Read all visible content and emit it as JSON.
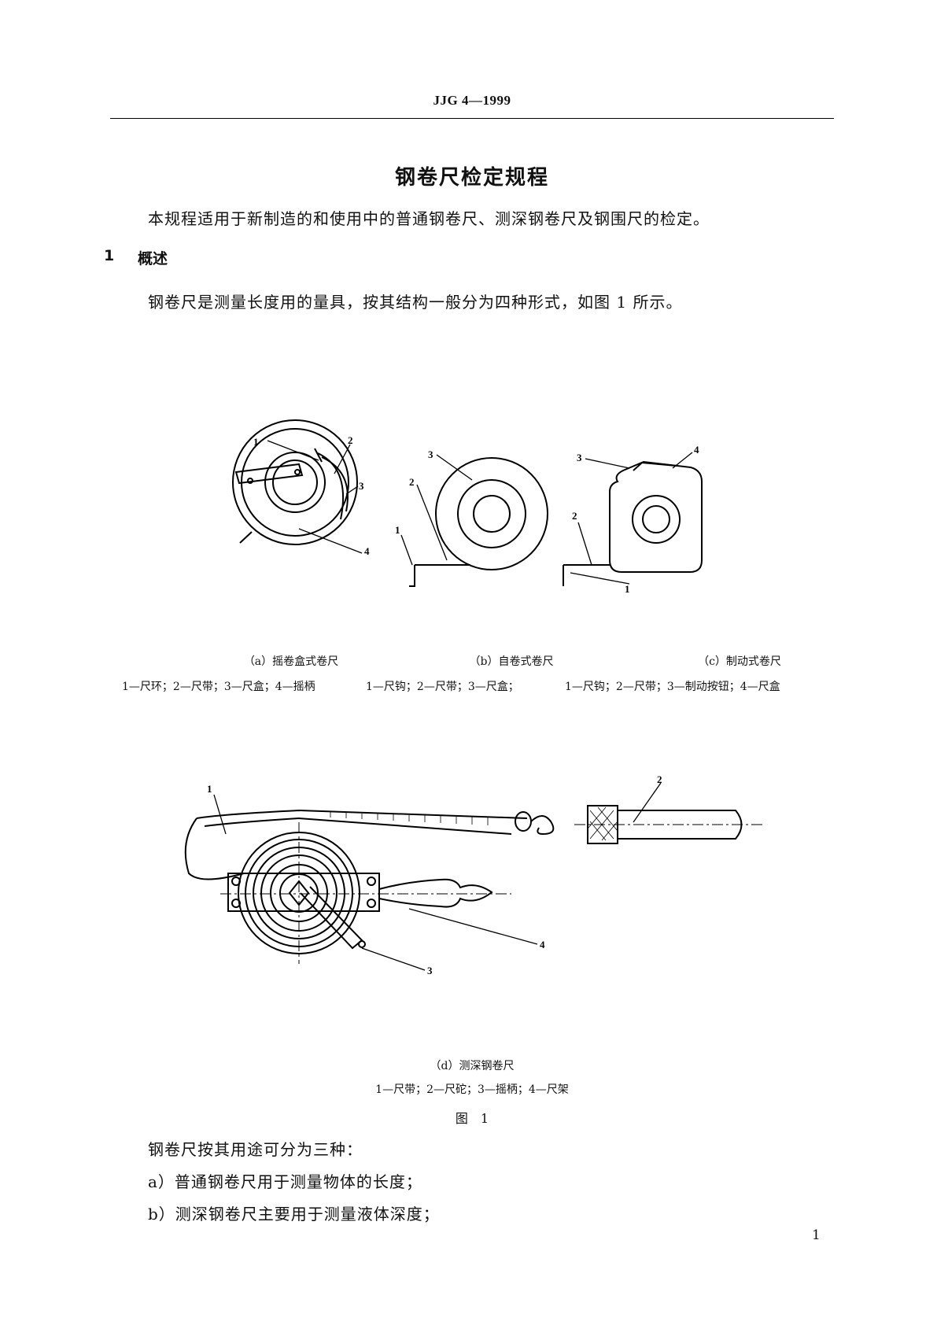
{
  "header": "JJG 4—1999",
  "title": "钢卷尺检定规程",
  "intro": "本规程适用于新制造的和使用中的普通钢卷尺、测深钢卷尺及钢围尺的检定。",
  "section1": {
    "number": "1",
    "heading": "概述"
  },
  "para1": "钢卷尺是测量长度用的量具，按其结构一般分为四种形式，如图 1 所示。",
  "figure": {
    "a": {
      "caption": "（a）摇卷盒式卷尺",
      "legend": "1—尺环；2—尺带；3—尺盒；4—摇柄",
      "labels": [
        "1",
        "2",
        "3",
        "4"
      ]
    },
    "b": {
      "caption": "（b）自卷式卷尺",
      "legend": "1—尺钩；2—尺带；3—尺盒；",
      "labels": [
        "1",
        "2",
        "3"
      ]
    },
    "c": {
      "caption": "（c）制动式卷尺",
      "legend": "1—尺钩；2—尺带；3—制动按钮；4—尺盒",
      "labels": [
        "1",
        "2",
        "3",
        "4"
      ]
    },
    "d": {
      "caption": "（d）测深钢卷尺",
      "legend": "1—尺带；2—尺砣；3—摇柄；4—尺架",
      "labels": [
        "1",
        "2",
        "3",
        "4"
      ]
    },
    "figure_label": "图　1"
  },
  "para2": "钢卷尺按其用途可分为三种：",
  "list": [
    "a）普通钢卷尺用于测量物体的长度；",
    "b）测深钢卷尺主要用于测量液体深度；"
  ],
  "page_number": "1"
}
